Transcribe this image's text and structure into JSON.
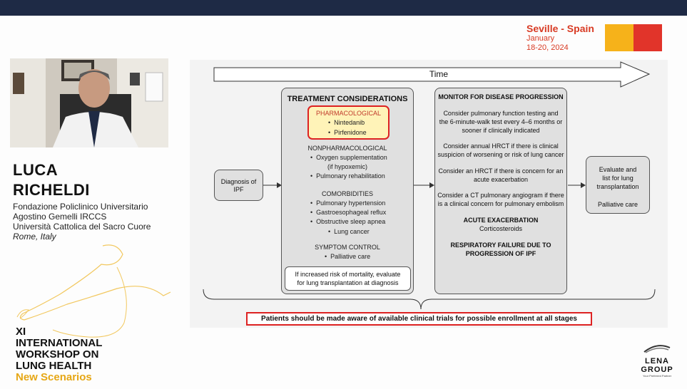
{
  "event": {
    "city": "Seville - Spain",
    "date_line1": "January",
    "date_line2": "18-20, 2024",
    "colors": {
      "yellow": "#f6b21a",
      "red": "#e1342a"
    }
  },
  "speaker": {
    "first_name": "LUCA",
    "last_name": "RICHELDI",
    "affiliation_line1": "Fondazione Policlinico Universitario",
    "affiliation_line2": "Agostino Gemelli IRCCS",
    "affiliation_line3": "Università Cattolica del Sacro Cuore",
    "location": "Rome, Italy"
  },
  "workshop": {
    "line1": "XI",
    "line2": "INTERNATIONAL",
    "line3": "WORKSHOP ON",
    "line4": "LUNG HEALTH",
    "line5": "New Scenarios"
  },
  "sponsor": {
    "name": "LENA",
    "subname": "GROUP",
    "tagline": "Your Preferred Partner"
  },
  "diagram": {
    "time_label": "Time",
    "diagnosis": {
      "line1": "Diagnosis of",
      "line2": "IPF"
    },
    "treatment": {
      "title": "TREATMENT CONSIDERATIONS",
      "pharmacological": {
        "title": "PHARMACOLOGICAL",
        "items": [
          "Nintedanib",
          "Pirfenidone"
        ]
      },
      "nonpharmacological": {
        "title": "NONPHARMACOLOGICAL",
        "items": [
          "Oxygen supplementation",
          "(if hypoxemic)",
          "Pulmonary rehabilitation"
        ]
      },
      "comorbidities": {
        "title": "COMORBIDITIES",
        "items": [
          "Pulmonary hypertension",
          "Gastroesophageal reflux",
          "Obstructive sleep apnea",
          "Lung cancer"
        ]
      },
      "symptom": {
        "title": "SYMPTOM CONTROL",
        "items": [
          "Palliative care"
        ]
      },
      "mortality": {
        "line1": "If increased risk of mortality, evaluate",
        "line2": "for lung transplantation at diagnosis"
      }
    },
    "monitor": {
      "title": "MONITOR FOR DISEASE PROGRESSION",
      "p1": [
        "Consider pulmonary function testing and",
        "the 6-minute-walk test every 4–6 months or",
        "sooner if clinically indicated"
      ],
      "p2": [
        "Consider annual HRCT if there is clinical",
        "suspicion of worsening or risk of lung cancer"
      ],
      "p3": [
        "Consider an HRCT if there is concern for an",
        "acute exacerbation"
      ],
      "p4": [
        "Consider a CT pulmonary angiogram if there",
        "is a clinical concern for pulmonary embolism"
      ],
      "acute_title": "ACUTE EXACERBATION",
      "acute_item": "Corticosteroids",
      "resp_line1": "RESPIRATORY FAILURE DUE TO",
      "resp_line2": "PROGRESSION OF IPF"
    },
    "evaluate": {
      "line1": "Evaluate and",
      "line2": "list for lung",
      "line3": "transplantation",
      "line4": "Palliative care"
    },
    "banner": "Patients should be made aware of available clinical trials for possible enrollment at all stages",
    "highlight_color": "#dd2222"
  }
}
